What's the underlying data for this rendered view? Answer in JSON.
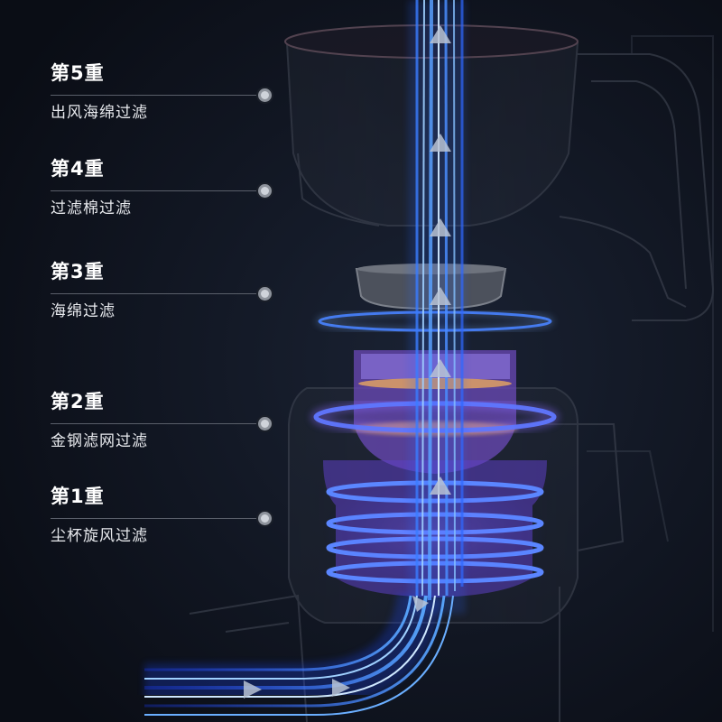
{
  "stages": [
    {
      "title": "第5重",
      "desc": "出风海绵过滤"
    },
    {
      "title": "第4重",
      "desc": "过滤棉过滤"
    },
    {
      "title": "第3重",
      "desc": "海绵过滤"
    },
    {
      "title": "第2重",
      "desc": "金钢滤网过滤"
    },
    {
      "title": "第1重",
      "desc": "尘杯旋风过滤"
    }
  ]
}
